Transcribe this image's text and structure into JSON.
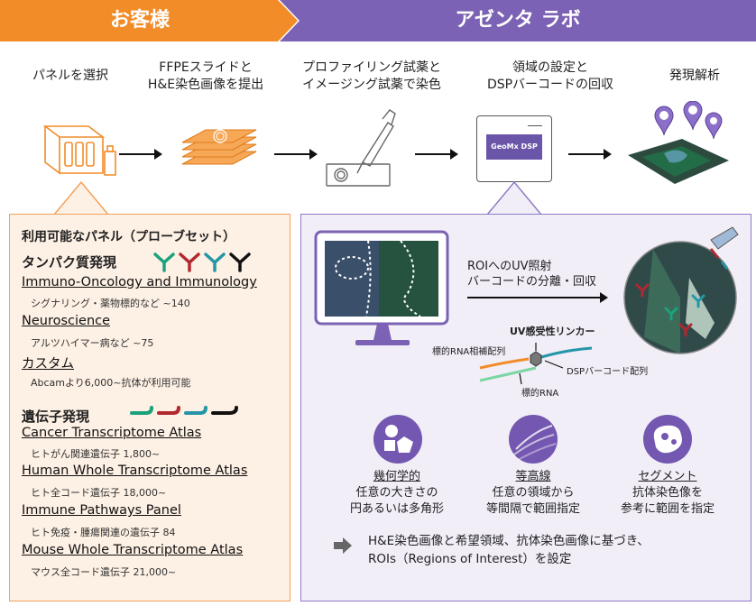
{
  "banner": {
    "customer": "お客様",
    "lab": "アゼンタ ラボ"
  },
  "steps": [
    {
      "line1": "パネルを選択",
      "line2": ""
    },
    {
      "line1": "FFPEスライドと",
      "line2": "H&E染色画像を提出"
    },
    {
      "line1": "プロファイリング試薬と",
      "line2": "イメージング試薬で染色"
    },
    {
      "line1": "領域の設定と",
      "line2": "DSPバーコードの回収"
    },
    {
      "line1": "発現解析",
      "line2": ""
    }
  ],
  "device_label": "GeoMx DSP",
  "left_panel": {
    "title": "利用可能なパネル（プローブセット）",
    "protein": {
      "heading": "タンパク質発現",
      "items": [
        {
          "name": "Immuno-Oncology and Immunology",
          "desc": "シグナリング・薬物標的など ~140"
        },
        {
          "name": "Neuroscience",
          "desc": "アルツハイマー病など ~75"
        },
        {
          "name": "カスタム",
          "desc": "Abcamより6,000~抗体が利用可能"
        }
      ]
    },
    "gene": {
      "heading": "遺伝子発現",
      "items": [
        {
          "name": "Cancer Transcriptome Atlas",
          "desc": "ヒトがん関連遺伝子 1,800~"
        },
        {
          "name": "Human Whole Transcriptome Atlas",
          "desc": "ヒト全コード遺伝子 18,000~"
        },
        {
          "name": "Immune Pathways Panel",
          "desc": "ヒト免疫・腫瘍関連の遺伝子 84"
        },
        {
          "name": "Mouse Whole Transcriptome Atlas",
          "desc": "マウス全コード遺伝子 21,000~"
        }
      ]
    }
  },
  "right_panel": {
    "uv_line1": "ROIへのUV照射",
    "uv_line2": "バーコードの分離・回収",
    "linker_label": "UV感受性リンカー",
    "rna_comp_label": "標的RNA相補配列",
    "barcode_label": "DSPバーコード配列",
    "target_rna_label": "標的RNA",
    "roi_types": [
      {
        "title": "幾何学的",
        "l2": "任意の大きさの",
        "l3": "円あるいは多角形"
      },
      {
        "title": "等高線",
        "l2": "任意の領域から",
        "l3": "等間隔で範囲指定"
      },
      {
        "title": "セグメント",
        "l2": "抗体染色像を",
        "l3": "参考に範囲を指定"
      }
    ],
    "summary_line1": "H&E染色画像と希望領域、抗体染色画像に基づき、",
    "summary_line2": "ROIs（Regions of Interest）を設定"
  },
  "colors": {
    "orange": "#f28c28",
    "purple": "#7b62b4",
    "green": "#1aa37a",
    "red": "#b2282f",
    "teal": "#2596a8",
    "black": "#111111"
  }
}
